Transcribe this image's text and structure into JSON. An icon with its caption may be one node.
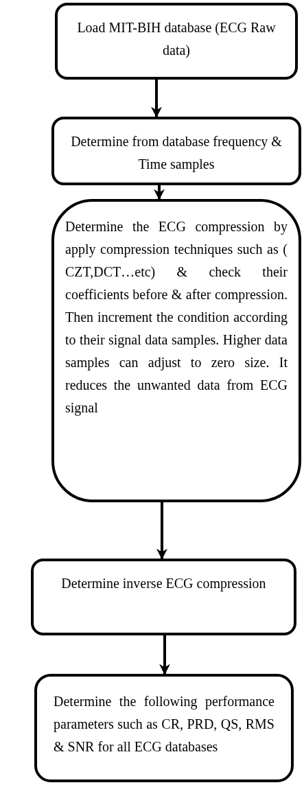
{
  "diagram": {
    "nodes": [
      {
        "text": [
          "Load MIT-BIH database (ECG Raw data)"
        ]
      },
      {
        "text": [
          "Determine from database frequency & Time samples"
        ]
      },
      {
        "text": [
          "Determine the ECG compression by apply compression techniques such as ( CZT,DCT…etc) & check their coefficients before & after compression. Then increment the condition according to their signal data samples. Higher data samples can adjust to zero size. It reduces the unwanted data from ECG signal"
        ]
      },
      {
        "text": [
          "Determine inverse ECG compression"
        ]
      },
      {
        "text": [
          "Determine the following performance parameters such as CR, PRD, QS, RMS & SNR for all ECG databases"
        ]
      }
    ],
    "edges": [
      {
        "from": 0,
        "to": 1,
        "arrow": "to"
      },
      {
        "from": 1,
        "to": 2,
        "arrow": "to"
      },
      {
        "from": 2,
        "to": 3,
        "arrow": "to"
      },
      {
        "from": 3,
        "to": 4,
        "arrow": "to"
      }
    ]
  }
}
